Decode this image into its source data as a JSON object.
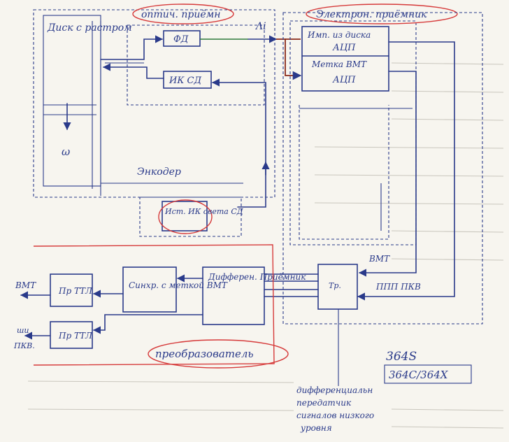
{
  "labels": {
    "disk_with_raster": "Диск с растром",
    "omega": "ω",
    "optical_receiver": "оптич. приёмн",
    "fd": "ФД",
    "ir_led": "ИК СД",
    "encoder": "Энкодер",
    "ir_led_source": "Ист. ИК света СД",
    "li": "Λi",
    "electronic_receiver": "Электрон. приёмник",
    "pulses_from_disk": "Имп. из диска",
    "adc1": "АЦП",
    "vmt_mark": "Метка ВМТ",
    "adc2": "АЦП",
    "converter": "преобразователь",
    "diff_receiver": "Дифферен. Приёмник",
    "sync_vmt": "Синхр. с меткой ВМТ",
    "pr_ttl_1": "Пр ТТЛ",
    "pr_ttl_2": "Пр ТТЛ",
    "vmt_out": "ВМТ",
    "shi_out": "ши",
    "pkv_out": "ПКВ.",
    "tr": "Тр.",
    "vmt_in": "ВМТ",
    "ppp_pkv": "ППП ПКВ",
    "part1": "364S",
    "part2": "364C/364X",
    "note_line1": "дифференциальн",
    "note_line2": "передатчик",
    "note_line3": "сигналов низкого",
    "note_line4": "уровня"
  }
}
